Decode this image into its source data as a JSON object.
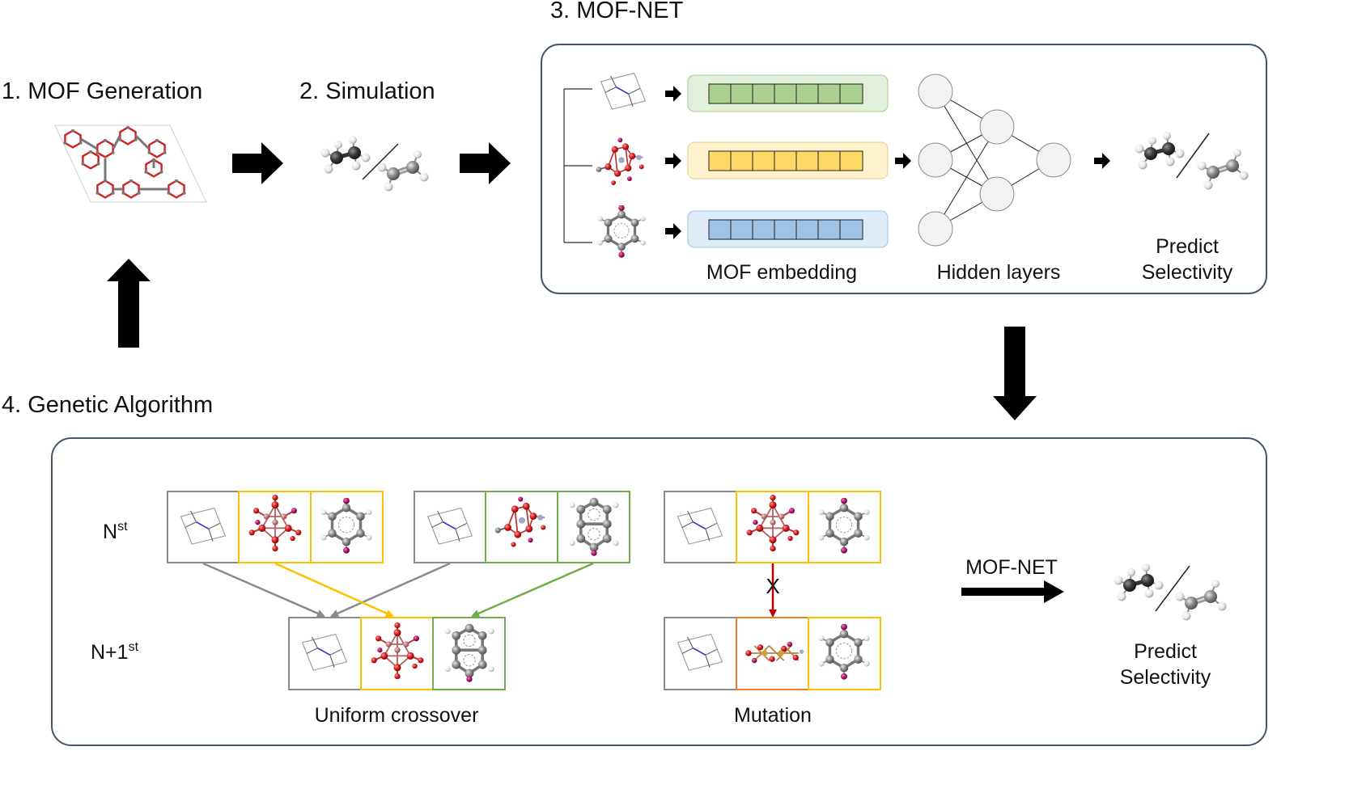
{
  "steps": {
    "generation": "1. MOF Generation",
    "simulation": "2. Simulation",
    "mofnet": "3. MOF-NET",
    "genetic": "4. Genetic Algorithm"
  },
  "mofnet_panel": {
    "embedding_label": "MOF embedding",
    "hidden_label": "Hidden layers",
    "predict_line1": "Predict",
    "predict_line2": "Selectivity"
  },
  "ga_panel": {
    "gen_n_base": "N",
    "gen_n_sup": "st",
    "gen_n1_base": "N+1",
    "gen_n1_sup": "st",
    "crossover_label": "Uniform crossover",
    "mutation_label": "Mutation",
    "mutation_mark": "X",
    "arrow_label": "MOF-NET",
    "predict_line1": "Predict",
    "predict_line2": "Selectivity"
  },
  "colors": {
    "panel_border": "#44546a",
    "gray_box": "#7f7f7f",
    "yellow_box": "#ffc000",
    "green_box": "#70ad47",
    "orange_box": "#ed7d31",
    "mutation_arrow": "#c00000",
    "embed_green": "#e2efda",
    "embed_yellow": "#fff2cc",
    "embed_blue": "#ddebf7",
    "oxygen": "#d62020",
    "metal": "#c08080",
    "carbon": "#8c8c8c",
    "hydrogen": "#f0f0f0",
    "iodine": "#b0186a"
  },
  "icons": [
    "topology-icon",
    "metal-node-icon",
    "linker-icon",
    "ethane-icon",
    "ethylene-icon",
    "arrow-icon"
  ]
}
